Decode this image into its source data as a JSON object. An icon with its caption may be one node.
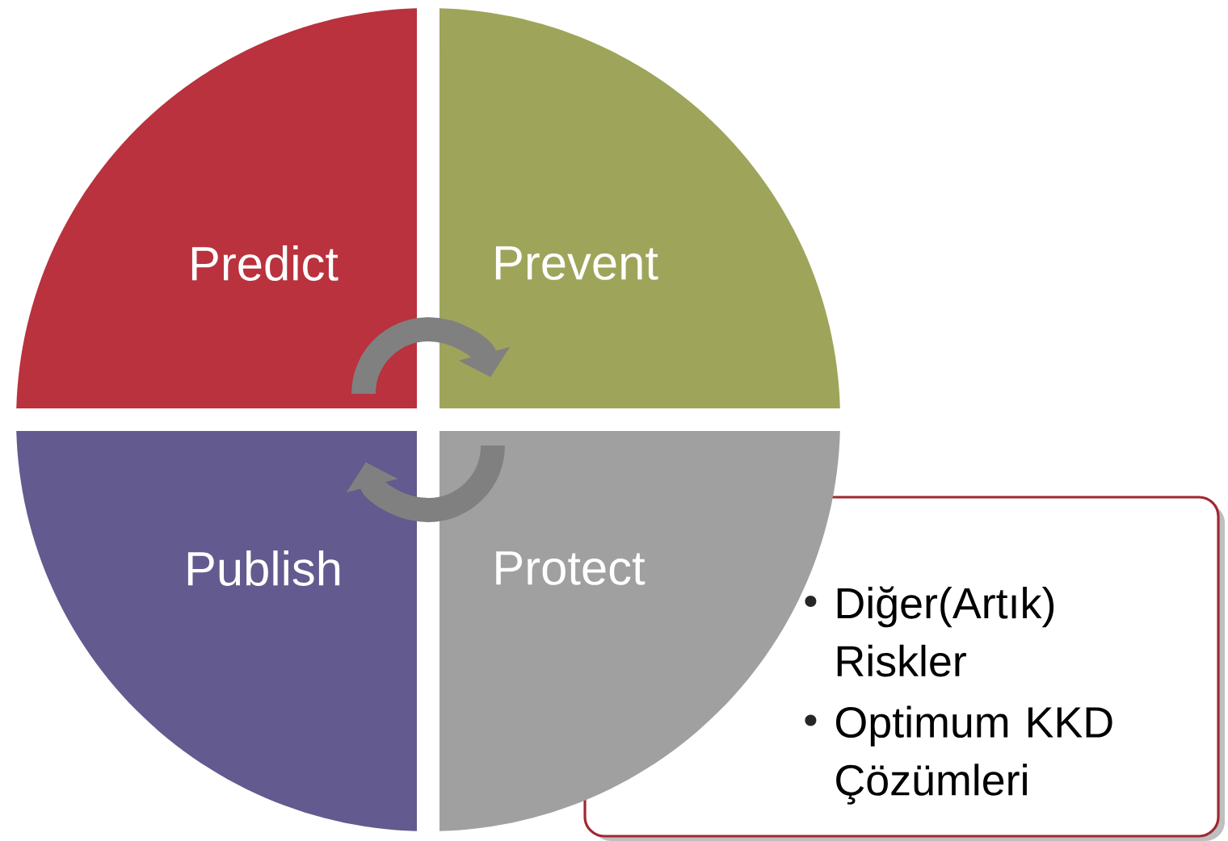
{
  "diagram": {
    "nodes": [
      {
        "text": [
          "Predict"
        ]
      },
      {
        "text": [
          "Prevent"
        ]
      },
      {
        "text": [
          "Publish"
        ]
      },
      {
        "text": [
          "Protect"
        ]
      },
      {
        "text": [
          "Diğer(Artık) Riskler",
          "Optimum KKD Çözümleri"
        ]
      }
    ],
    "edges": [
      {
        "from": 0,
        "to": 1,
        "arrow": "to"
      },
      {
        "from": 3,
        "to": 2,
        "arrow": "to"
      }
    ]
  }
}
